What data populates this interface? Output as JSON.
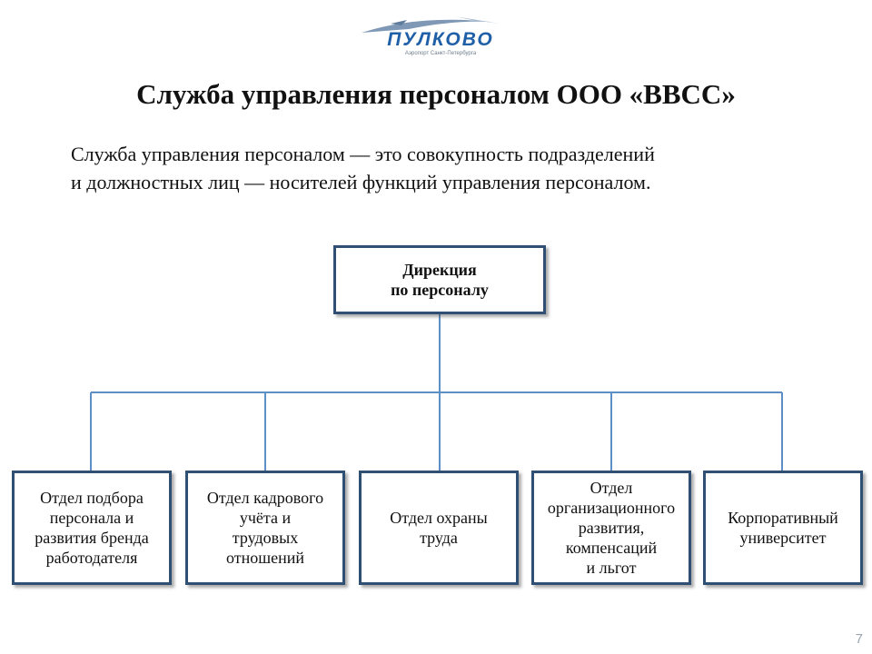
{
  "logo": {
    "brand_text": "ПУЛКОВО",
    "tagline": "Аэропорт Санкт-Петербурга",
    "name": "pulkovo-logo"
  },
  "slide": {
    "title": "Служба управления персоналом ООО «ВВСС»",
    "intro_line1": "Служба управления персоналом — это совокупность подразделений",
    "intro_line2": "и должностных лиц — носителей функций управления персоналом.",
    "page_number": "7"
  },
  "org_chart": {
    "root": "Дирекция\nпо персоналу",
    "departments": [
      "Отдел подбора\nперсонала и\nразвития бренда\nработодателя",
      "Отдел кадрового\nучёта и\nтрудовых\nотношений",
      "Отдел охраны\nтруда",
      "Отдел\nорганизационного\nразвития,\nкомпенсаций\nи льгот",
      "Корпоративный\nуниверситет"
    ]
  },
  "colors": {
    "box_border": "#2f4f73",
    "connector": "#5b8fc5",
    "logo_blue": "#1f5fa8"
  }
}
